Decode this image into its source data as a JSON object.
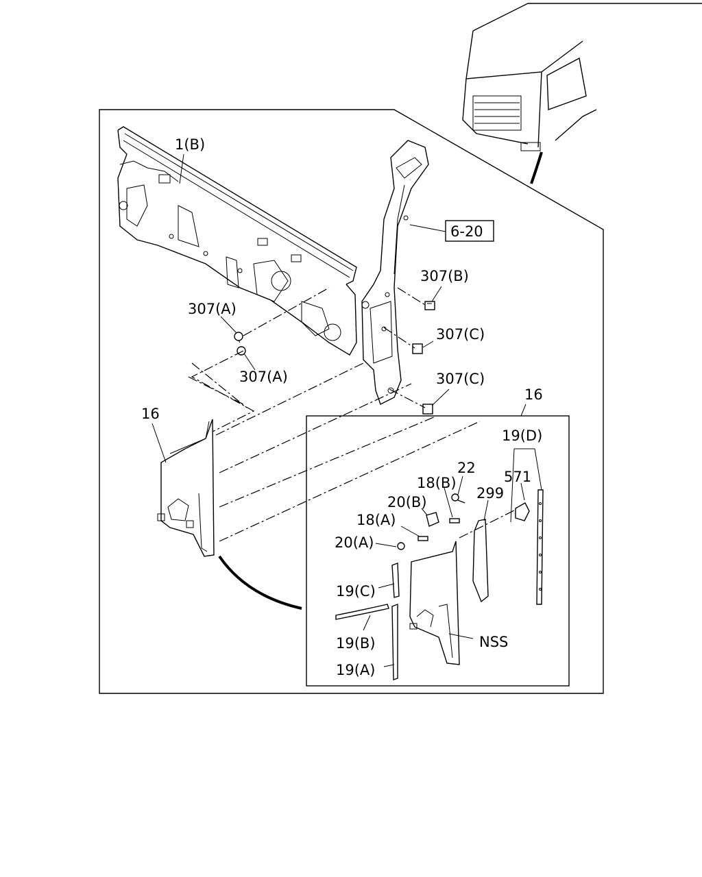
{
  "labels": {
    "part_1b": "1(B)",
    "ref_box": "6-20",
    "part_307b": "307(B)",
    "part_307a_top": "307(A)",
    "part_307a_bottom": "307(A)",
    "part_307c_top": "307(C)",
    "part_307c_bottom": "307(C)",
    "part_16_left": "16",
    "part_16_detail": "16",
    "part_19d": "19(D)",
    "part_22": "22",
    "part_571": "571",
    "part_18b": "18(B)",
    "part_299": "299",
    "part_20b": "20(B)",
    "part_18a": "18(A)",
    "part_20a": "20(A)",
    "part_19c": "19(C)",
    "part_19b": "19(B)",
    "part_nss": "NSS",
    "part_19a": "19(A)"
  }
}
